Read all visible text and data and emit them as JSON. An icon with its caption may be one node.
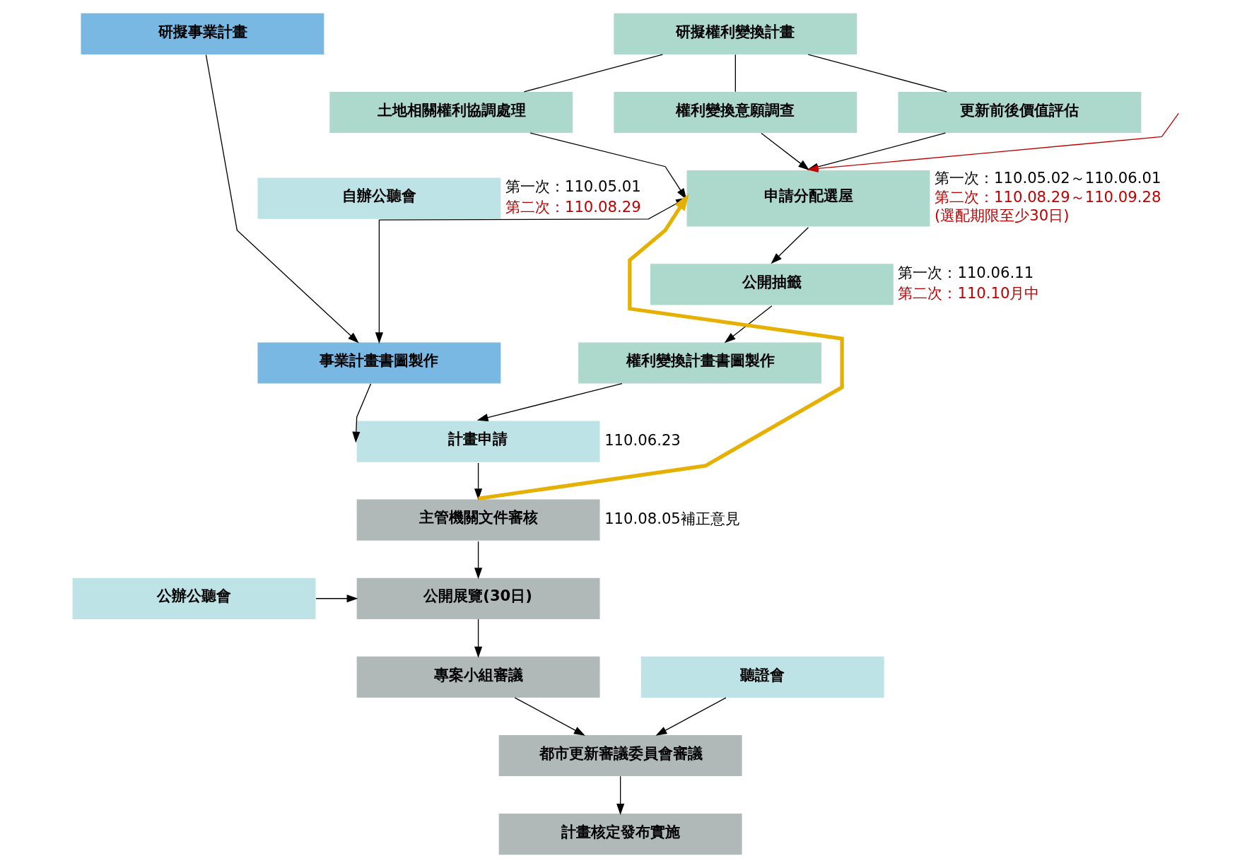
{
  "diagram": {
    "nodes": [
      {
        "text": [
          "研擬事業計畫"
        ]
      },
      {
        "text": [
          "研擬權利變換計畫"
        ]
      },
      {
        "text": [
          "土地相關權利協調處理"
        ]
      },
      {
        "text": [
          "權利變換意願調查"
        ]
      },
      {
        "text": [
          "更新前後價值評估"
        ]
      },
      {
        "text": [
          "自辦公聽會"
        ],
        "beside": [
          "第一次：110.05.01",
          "第二次：110.08.29"
        ]
      },
      {
        "text": [
          "申請分配選屋"
        ],
        "beside": [
          "第一次：110.05.02～110.06.01",
          "第二次：110.08.29～110.09.28",
          "(選配期限至少30日)"
        ]
      },
      {
        "text": [
          "公開抽籤"
        ],
        "beside": [
          "第一次：110.06.11",
          "第二次：110.10月中"
        ]
      },
      {
        "text": [
          "事業計畫書圖製作"
        ]
      },
      {
        "text": [
          "權利變換計畫書圖製作"
        ]
      },
      {
        "text": [
          "計畫申請"
        ],
        "beside": [
          "110.06.23"
        ]
      },
      {
        "text": [
          "主管機關文件審核"
        ],
        "beside": [
          "110.08.05補正意見"
        ]
      },
      {
        "text": [
          "公開展覽(30日)"
        ]
      },
      {
        "text": [
          "公辦公聽會"
        ]
      },
      {
        "text": [
          "專案小組審議"
        ]
      },
      {
        "text": [
          "聽證會"
        ]
      },
      {
        "text": [
          "都市更新審議委員會審議"
        ]
      },
      {
        "text": [
          "計畫核定發布實施"
        ]
      }
    ],
    "edges": [
      {
        "from": 1,
        "to": 2,
        "arrow": "none"
      },
      {
        "from": 1,
        "to": 3,
        "arrow": "none"
      },
      {
        "from": 1,
        "to": 4,
        "arrow": "none"
      },
      {
        "from": 2,
        "to": 6,
        "arrow": "to"
      },
      {
        "from": 3,
        "to": 6,
        "arrow": "to"
      },
      {
        "from": 4,
        "to": 6,
        "arrow": "to"
      },
      {
        "from": 0,
        "to": 8,
        "arrow": "to"
      },
      {
        "from": 5,
        "to": 8,
        "arrow": "to"
      },
      {
        "from": 5,
        "to": 6,
        "arrow": "to"
      },
      {
        "from": null,
        "to": 6,
        "arrow": "to",
        "color": "#c00000"
      },
      {
        "from": 6,
        "to": 7,
        "arrow": "to"
      },
      {
        "from": 7,
        "to": 9,
        "arrow": "to"
      },
      {
        "from": 8,
        "to": 10,
        "arrow": "to"
      },
      {
        "from": 9,
        "to": 10,
        "arrow": "to"
      },
      {
        "from": 10,
        "to": 11,
        "arrow": "to"
      },
      {
        "from": 11,
        "to": 12,
        "arrow": "to"
      },
      {
        "from": 13,
        "to": 12,
        "arrow": "to"
      },
      {
        "from": 12,
        "to": 14,
        "arrow": "to"
      },
      {
        "from": 14,
        "to": 16,
        "arrow": "to"
      },
      {
        "from": 15,
        "to": 16,
        "arrow": "to"
      },
      {
        "from": 16,
        "to": 17,
        "arrow": "to"
      },
      {
        "from": 11,
        "to": 6,
        "arrow": "to",
        "style": "thick",
        "color": "#e6b000"
      }
    ]
  }
}
